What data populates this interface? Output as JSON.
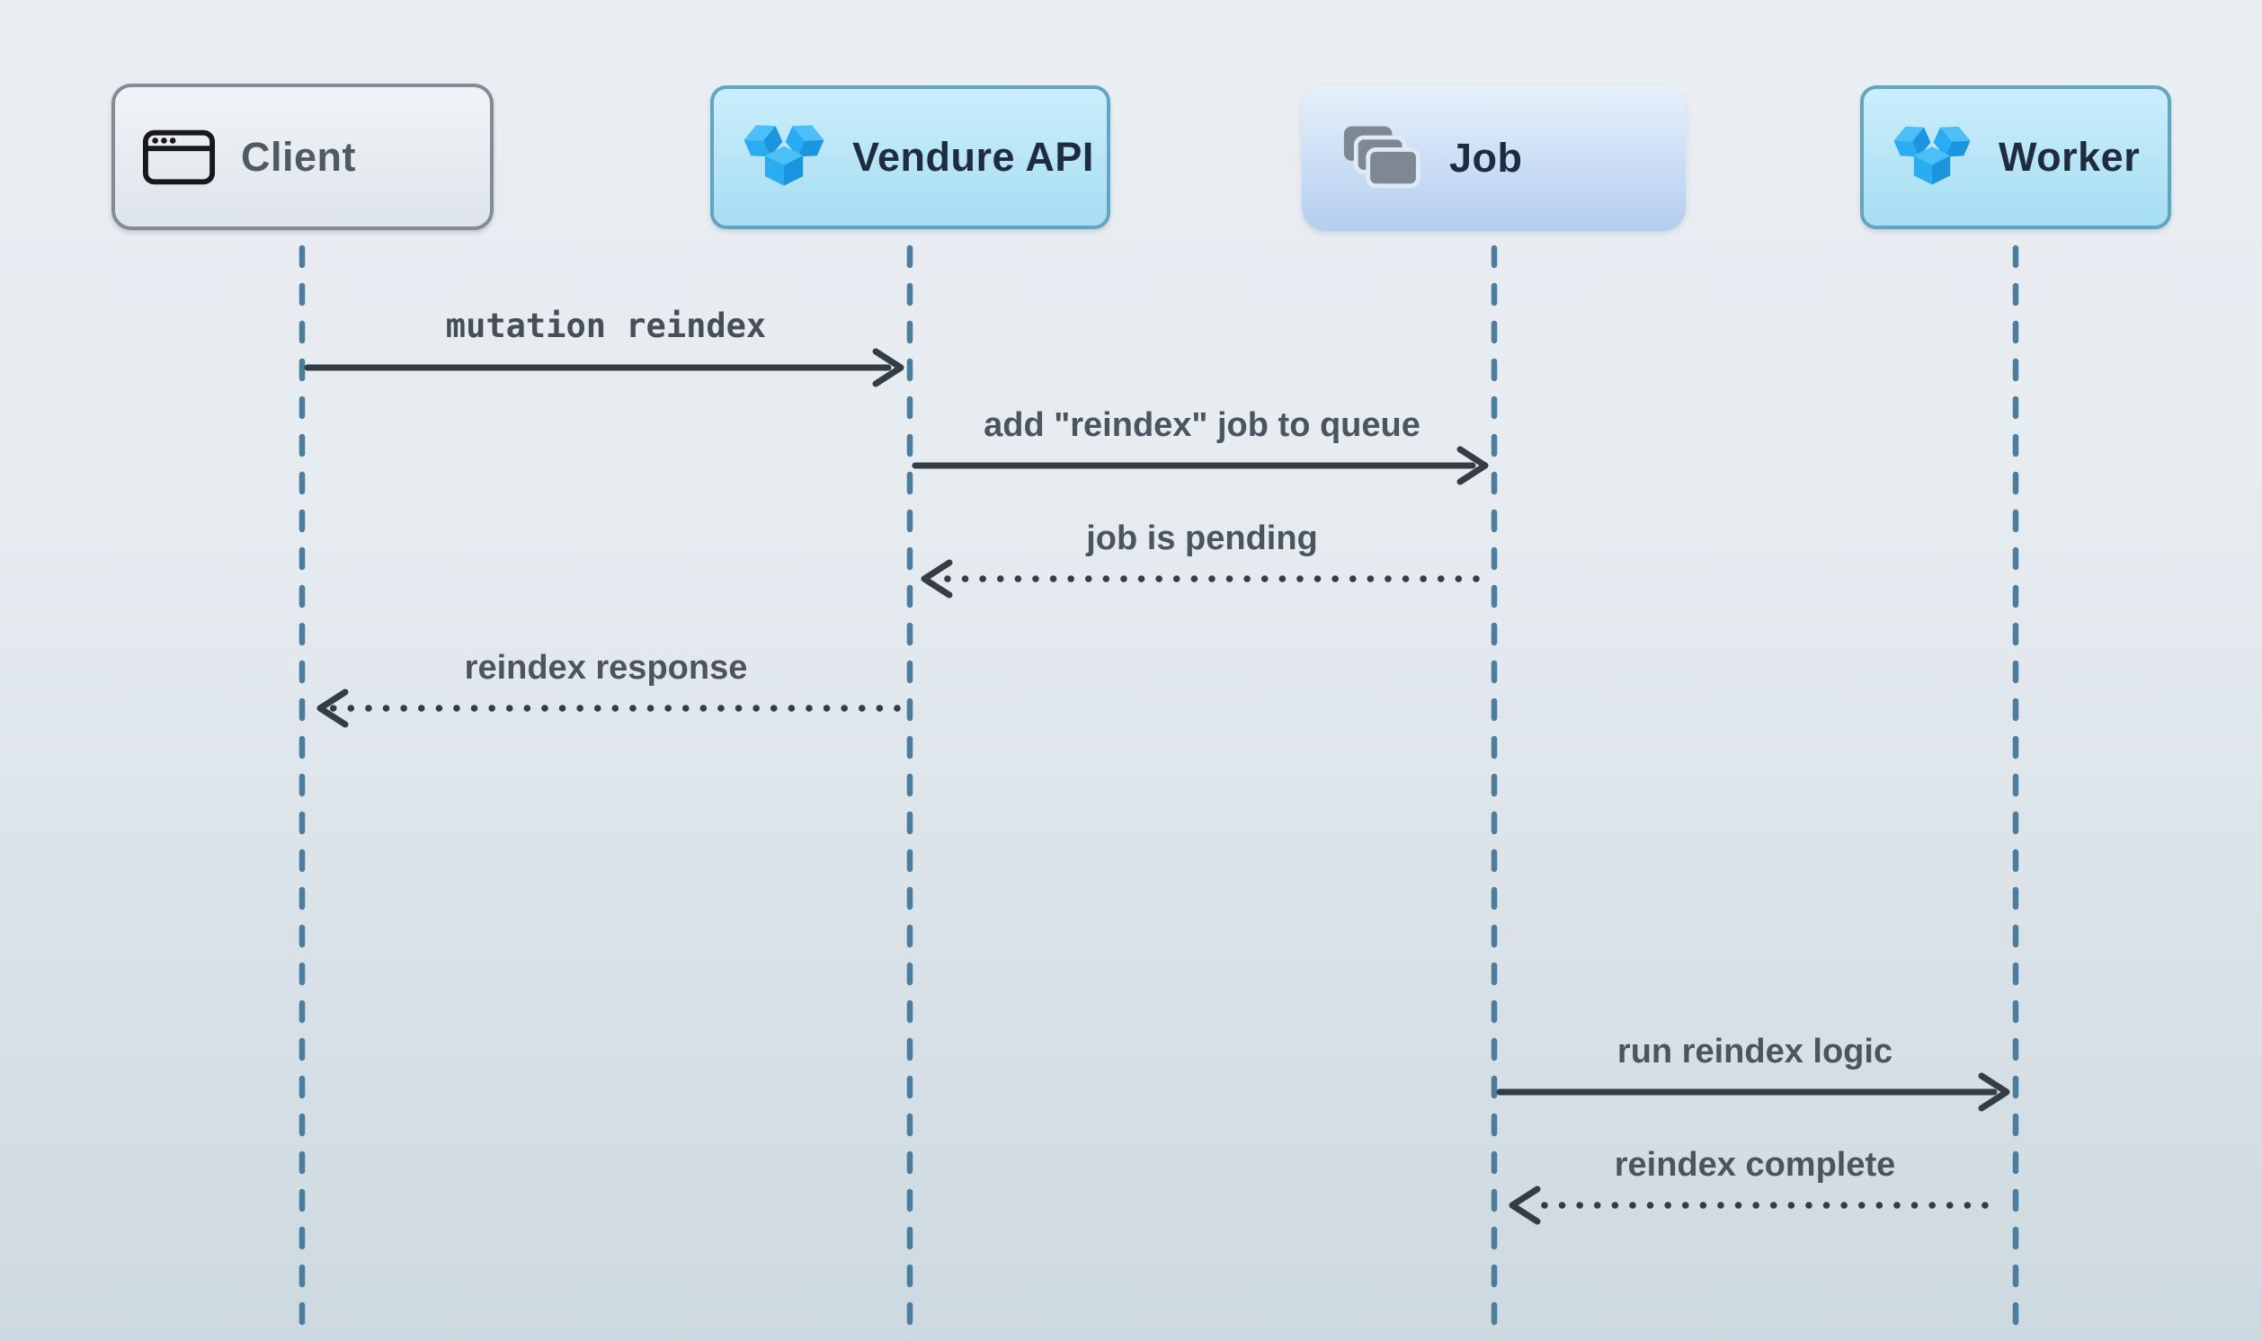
{
  "diagram": {
    "type": "sequence-diagram",
    "actors": [
      {
        "label": "Client",
        "icon": "browser-window-icon"
      },
      {
        "label": "Vendure API",
        "icon": "vendure-logo-icon"
      },
      {
        "label": "Job",
        "icon": "stacked-cards-icon"
      },
      {
        "label": "Worker",
        "icon": "vendure-logo-icon"
      }
    ],
    "messages": [
      {
        "from": "Client",
        "to": "Vendure API",
        "label": "mutation reindex",
        "line": "solid",
        "text_style": "monospace"
      },
      {
        "from": "Vendure API",
        "to": "Job",
        "label": "add \"reindex\" job to queue",
        "line": "solid",
        "text_style": "bold"
      },
      {
        "from": "Job",
        "to": "Vendure API",
        "label": "job is pending",
        "line": "dotted",
        "text_style": "bold"
      },
      {
        "from": "Vendure API",
        "to": "Client",
        "label": "reindex response",
        "line": "dotted",
        "text_style": "bold"
      },
      {
        "from": "Job",
        "to": "Worker",
        "label": "run reindex logic",
        "line": "solid",
        "text_style": "bold"
      },
      {
        "from": "Worker",
        "to": "Job",
        "label": "reindex complete",
        "line": "dotted",
        "text_style": "bold"
      }
    ],
    "colors": {
      "lifeline": "#4a7d9e",
      "arrow": "#353c43",
      "message_text": "#4a5560",
      "actor_text_dark": "#1d2c3e",
      "actor_text_gray": "#505a64",
      "vendure_blue": "#29acf1",
      "client_box_border": "#828b96",
      "vendure_box_border": "#61a5c2",
      "job_card_gray": "#7e8893"
    }
  }
}
